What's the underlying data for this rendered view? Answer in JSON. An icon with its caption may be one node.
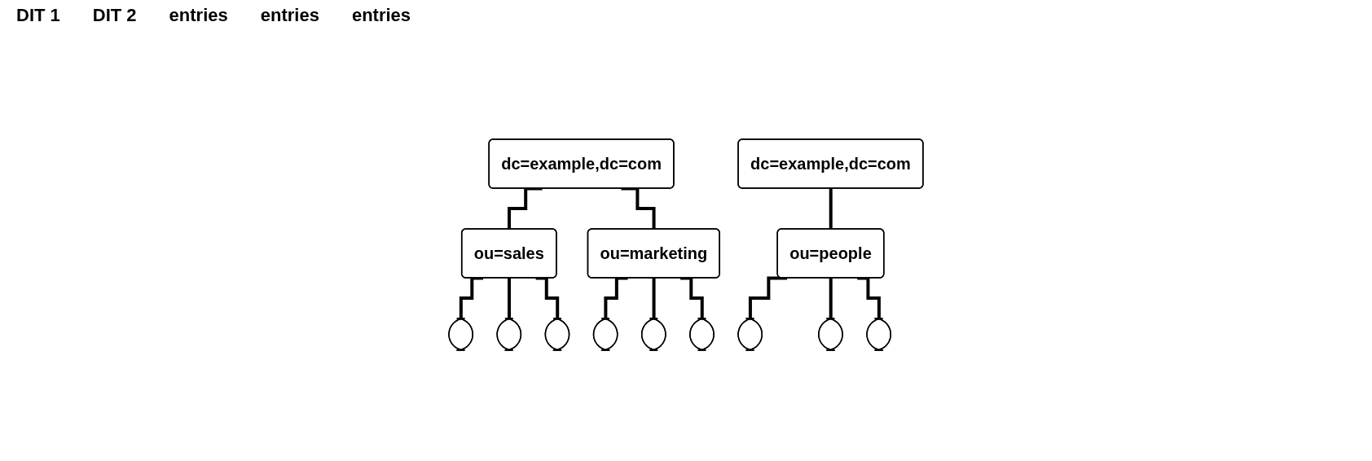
{
  "diagram": {
    "nodes": [
      {
        "text": [
          "dc=example,dc=com"
        ]
      },
      {
        "text": [
          "ou=sales"
        ]
      },
      {
        "text": [
          "ou=marketing"
        ]
      },
      {
        "text": [],
        "shape": "oval"
      },
      {
        "text": [],
        "shape": "oval"
      },
      {
        "text": [],
        "shape": "oval"
      },
      {
        "text": [],
        "shape": "oval"
      },
      {
        "text": [],
        "shape": "oval"
      },
      {
        "text": [],
        "shape": "oval"
      },
      {
        "text": [
          "dc=example,dc=com"
        ]
      },
      {
        "text": [
          "ou=people"
        ]
      },
      {
        "text": [],
        "shape": "oval"
      },
      {
        "text": [],
        "shape": "oval"
      },
      {
        "text": [],
        "shape": "oval"
      }
    ],
    "edges": [
      {
        "from": 0,
        "to": 1,
        "arrow": "none"
      },
      {
        "from": 0,
        "to": 2,
        "arrow": "none"
      },
      {
        "from": 1,
        "to": 3,
        "arrow": "none"
      },
      {
        "from": 1,
        "to": 4,
        "arrow": "none"
      },
      {
        "from": 1,
        "to": 5,
        "arrow": "none"
      },
      {
        "from": 2,
        "to": 6,
        "arrow": "none"
      },
      {
        "from": 2,
        "to": 7,
        "arrow": "none"
      },
      {
        "from": 2,
        "to": 8,
        "arrow": "none"
      },
      {
        "from": 9,
        "to": 10,
        "arrow": "none"
      },
      {
        "from": 10,
        "to": 11,
        "arrow": "none"
      },
      {
        "from": 10,
        "to": 12,
        "arrow": "none"
      },
      {
        "from": 10,
        "to": 13,
        "arrow": "none"
      }
    ],
    "labels": [
      "DIT 1",
      "DIT 2",
      "entries",
      "entries",
      "entries"
    ]
  }
}
